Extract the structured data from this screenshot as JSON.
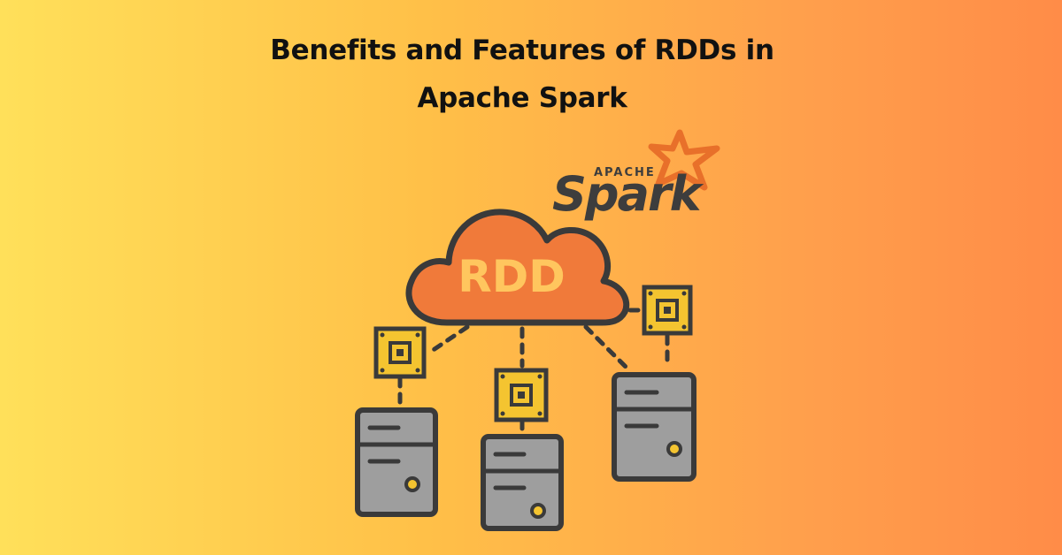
{
  "title": {
    "line1": "Benefits and Features of RDDs in",
    "line2": "Apache Spark"
  },
  "logo": {
    "apache": "APACHE",
    "spark": "Spark",
    "icon": "star-icon"
  },
  "cloud": {
    "label": "RDD",
    "icon": "cloud-icon"
  },
  "icons": [
    "cloud-icon",
    "chip-icon",
    "server-icon",
    "star-icon"
  ],
  "colors": {
    "background_left": "#ffe05a",
    "background_right": "#ff8c48",
    "cloud_fill": "#f07a3a",
    "cloud_text": "#ffc65e",
    "outline": "#3a3a3a",
    "chip_fill": "#f4c430",
    "server_fill": "#9e9e9e",
    "server_led": "#f4c430",
    "spark_star": "#e8702a",
    "spark_text": "#3d3d3d"
  }
}
